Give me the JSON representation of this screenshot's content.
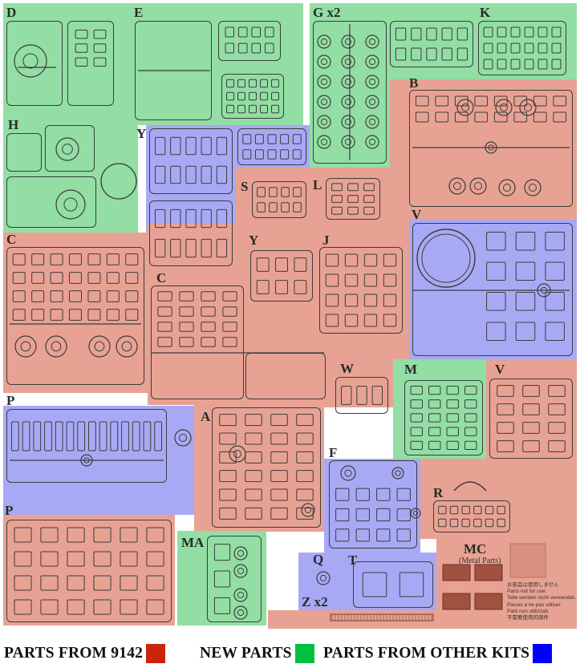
{
  "colors": {
    "from_9142": "#c8250a",
    "new_parts": "#00c040",
    "other_kits": "#0000ff",
    "region_red": "#e8a293",
    "region_green": "#92dea4",
    "region_blue": "#a8a9f5",
    "line": "#3c3c3c"
  },
  "sprue_labels": {
    "D": "D",
    "E": "E",
    "G": "G x2",
    "K": "K",
    "B": "B",
    "H": "H",
    "Y1": "Y",
    "S": "S",
    "L": "L",
    "C1": "C",
    "Y2": "Y",
    "J": "J",
    "V1": "V",
    "C2": "C",
    "W": "W",
    "M": "M",
    "V2": "V",
    "P1": "P",
    "A": "A",
    "F": "F",
    "P2": "P",
    "R": "R",
    "MA": "MA",
    "Q": "Q",
    "T": "T",
    "Z": "Z x2",
    "MC": "MC"
  },
  "metal_parts_label": "(Metal Parts)",
  "notice_lines": [
    "お部品は使用しません",
    "Parts not for use.",
    "Teile werden nicht verwendet.",
    "Pieces a ne pas utiliser.",
    "Parti non utilizzati.",
    "不需要使用的部件"
  ],
  "legend": {
    "from_9142": "PARTS FROM 9142",
    "new_parts": "NEW PARTS",
    "other_kits": "PARTS FROM OTHER KITS"
  }
}
